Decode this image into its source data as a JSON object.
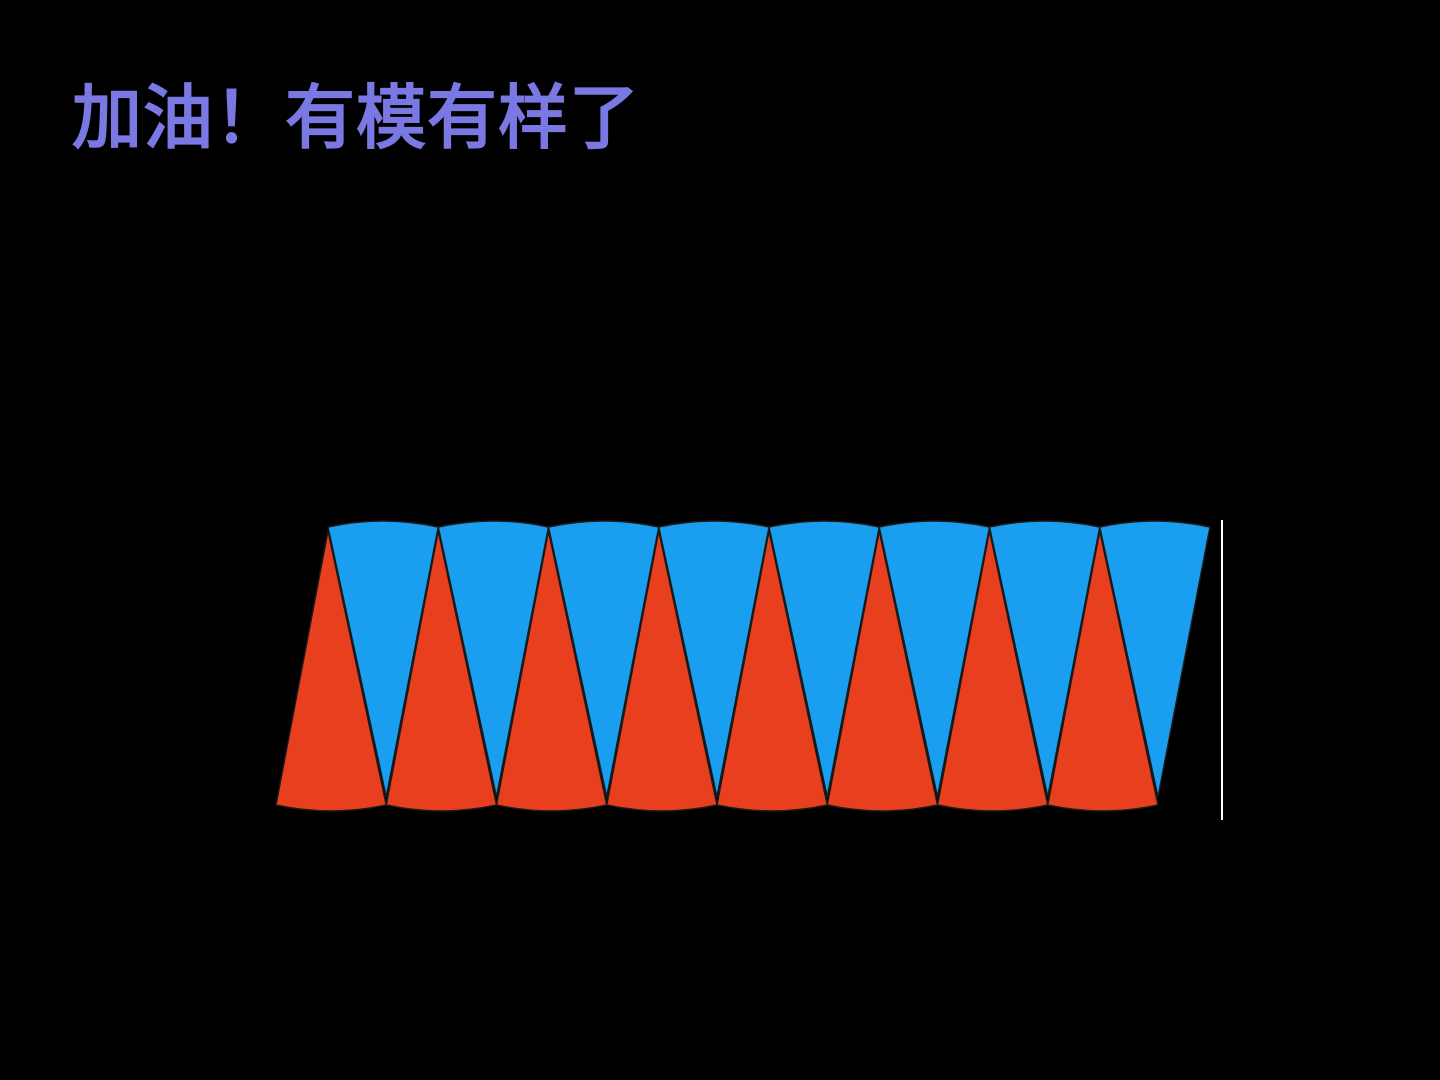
{
  "slide": {
    "title": "加油！有模有样了"
  },
  "colors": {
    "background": "#000000",
    "title": "#7a78e2",
    "sector_top": "#1a9ff0",
    "sector_bottom": "#e8401e",
    "seam": "#1a1a1a",
    "marker_line": "#ffffff"
  },
  "figure": {
    "description_shape": "circle-sectors-rearranged-into-near-parallelogram",
    "sectors_pointing_down": 8,
    "sectors_pointing_up": 8
  }
}
